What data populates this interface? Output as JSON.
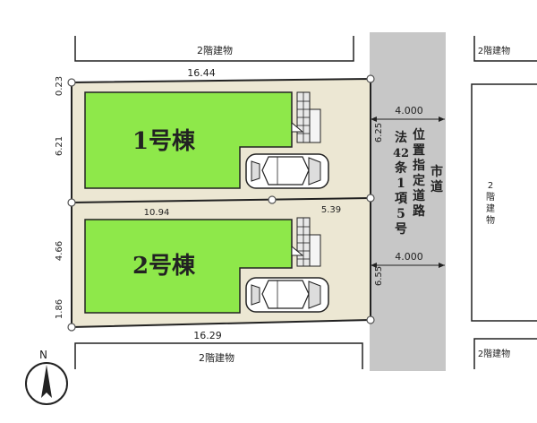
{
  "neighbors": {
    "top": "2階建物",
    "top_right": "2階建物",
    "right": [
      "2",
      "階",
      "建",
      "物"
    ],
    "bottom": "2階建物",
    "bottom_right": "2階建物"
  },
  "lots": {
    "lot1": {
      "name": "1号棟"
    },
    "lot2": {
      "name": "2号棟"
    }
  },
  "road": {
    "label_col1": [
      "法",
      "42",
      "条",
      "1",
      "項",
      "5",
      "号"
    ],
    "label_col2": [
      "位",
      "置",
      "指",
      "定",
      "道",
      "路"
    ],
    "label_col3": [
      "市",
      "道"
    ],
    "width_top": "4.000",
    "width_bottom": "4.000"
  },
  "dimensions": {
    "top_edge": "16.44",
    "left_gap": "0.23",
    "lot1_depth": "6.21",
    "lot2_depth": "4.66",
    "lot2_lower": "1.86",
    "middle_left": "10.94",
    "middle_right": "5.39",
    "right_upper": "6.25",
    "right_lower": "6.55",
    "bottom_edge": "16.29"
  },
  "compass": {
    "letter": "N"
  },
  "colors": {
    "lot_fill": "#8ee84a",
    "site_fill": "#ece7d3",
    "road_fill": "#c7c7c7",
    "stair_fill": "#e8e8e8"
  }
}
